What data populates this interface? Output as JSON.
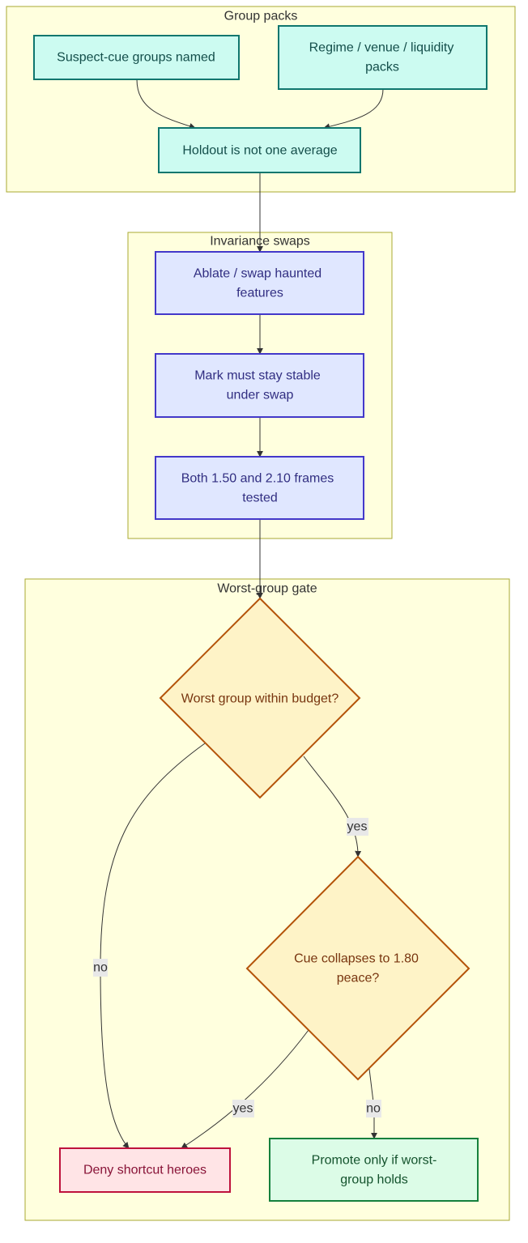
{
  "clusters": {
    "group_packs": "Group packs",
    "invariance_swaps": "Invariance swaps",
    "worst_group_gate": "Worst-group gate"
  },
  "nodes": {
    "suspect_cue": [
      "Suspect-cue groups named"
    ],
    "regime_packs": [
      "Regime / venue / liquidity",
      "packs"
    ],
    "holdout": [
      "Holdout is not one average"
    ],
    "ablate": [
      "Ablate / swap haunted",
      "features"
    ],
    "mark_stable": [
      "Mark must stay stable",
      "under swap"
    ],
    "both_frames": [
      "Both 1.50 and 2.10 frames",
      "tested"
    ],
    "worst_group": [
      "Worst group within budget?"
    ],
    "cue_collapse": [
      "Cue collapses to 1.80",
      "peace?"
    ],
    "deny": [
      "Deny shortcut heroes"
    ],
    "promote": [
      "Promote only if worst-",
      "group holds"
    ]
  },
  "edge_labels": {
    "worst_yes": "yes",
    "worst_no": "no",
    "cue_yes": "yes",
    "cue_no": "no"
  },
  "colors": {
    "cluster_fill": "#ffffde",
    "teal_stroke": "#0f766e",
    "blue_stroke": "#4338ca",
    "decision_stroke": "#b45309",
    "deny_stroke": "#be123c",
    "promote_stroke": "#15803d"
  }
}
